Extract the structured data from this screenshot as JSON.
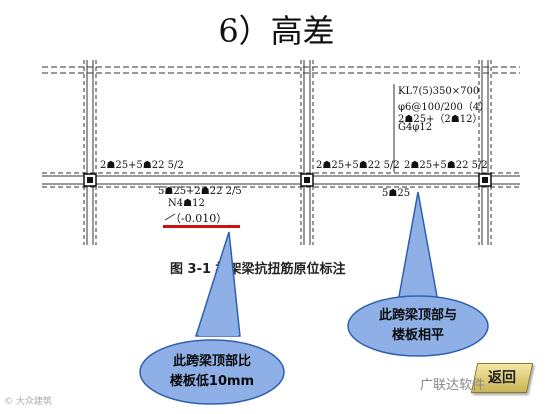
{
  "slide": {
    "title": "6）高差"
  },
  "drawing": {
    "beam_callout": {
      "line1": "KL7(5)350×700",
      "line2": "φ6@100/200（4）",
      "line3": "2☗25+（2☗12）",
      "line4": "G4φ12"
    },
    "annotations": {
      "left_top_bars": "2☗25+5☗22  5/2",
      "left_bottom_bars": "5☗25+2☗22  2/5",
      "left_waist_bars": "N4☗12",
      "level_difference": "（-0.010）",
      "mid_top_bars": "2☗25+5☗22  5/2",
      "right_top_bars": "2☗25+5☗22  5/2",
      "right_bottom_bars": "5☗25"
    },
    "figure_caption": "图 3-1    框架梁抗扭筋原位标注"
  },
  "callouts": {
    "right": {
      "line1": "此跨梁顶部与",
      "line2": "楼板相平"
    },
    "left": {
      "line1": "此跨梁顶部比",
      "line2": "楼板低10mm"
    }
  },
  "nav": {
    "back_label": "返回"
  },
  "watermarks": {
    "right": "广联达软件",
    "left": "© 大众建筑"
  },
  "colors": {
    "callout_fill": "#8fb0e6",
    "callout_border": "#2f5fb0",
    "highlight_line": "#cc1111"
  }
}
